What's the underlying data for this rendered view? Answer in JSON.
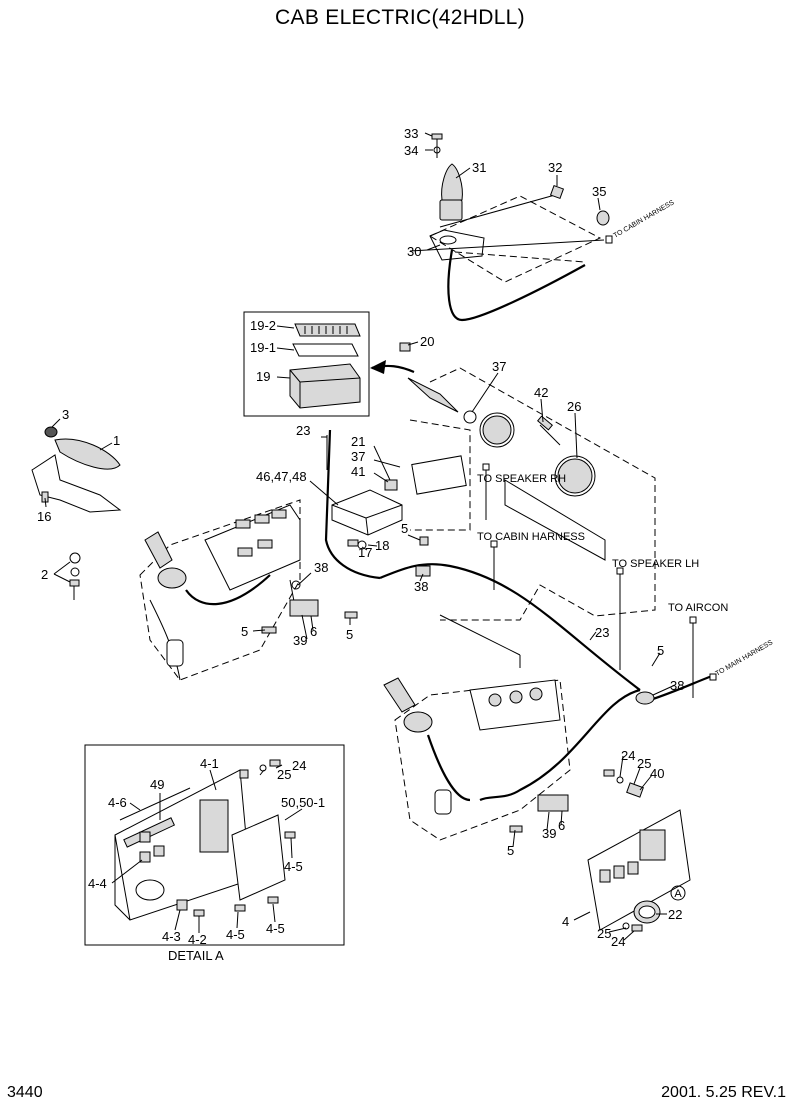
{
  "title": "CAB ELECTRIC(42HDLL)",
  "footer": {
    "page_number": "3440",
    "revision": "2001. 5.25  REV.1"
  },
  "callouts": {
    "c33": "33",
    "c34": "34",
    "c31": "31",
    "c32": "32",
    "c35": "35",
    "c30": "30",
    "c19_2": "19-2",
    "c19_1": "19-1",
    "c19": "19",
    "c20": "20",
    "c37a": "37",
    "c42": "42",
    "c26": "26",
    "c3": "3",
    "c1": "1",
    "c16": "16",
    "c2": "2",
    "c23a": "23",
    "c21": "21",
    "c37b": "37",
    "c41": "41",
    "c46_48": "46,47,48",
    "c5a": "5",
    "c17": "17",
    "c18": "18",
    "c38a": "38",
    "c38b": "38",
    "c5b": "5",
    "c39a": "39",
    "c6a": "6",
    "c5c": "5",
    "c23b": "23",
    "c5d": "5",
    "c38c": "38",
    "c24a": "24",
    "c25a": "25",
    "c40": "40",
    "c39b": "39",
    "c6b": "6",
    "c5e": "5",
    "c22": "22",
    "cA": "A",
    "c4": "4",
    "c25b": "25",
    "c24b": "24",
    "d4_1": "4-1",
    "d24": "24",
    "d25": "25",
    "d49": "49",
    "d4_6": "4-6",
    "d50": "50,50-1",
    "d4_5a": "4-5",
    "d4_4": "4-4",
    "d4_3": "4-3",
    "d4_2": "4-2",
    "d4_5b": "4-5",
    "d4_5c": "4-5"
  },
  "notes": {
    "to_cabin_harness_top": "TO CABIN HARNESS",
    "to_speaker_rh": "TO SPEAKER RH",
    "to_cabin_harness": "TO CABIN HARNESS",
    "to_speaker_lh": "TO SPEAKER LH",
    "to_aircon": "TO AIRCON",
    "to_main_harness": "TO MAIN HARNESS"
  },
  "detail_label": "DETAIL  A"
}
